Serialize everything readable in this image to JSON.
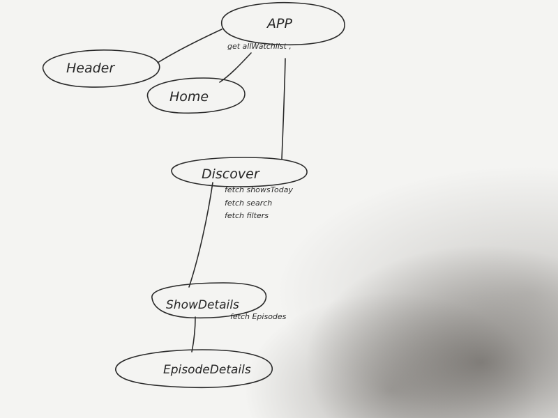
{
  "nodes": {
    "app": "APP",
    "header": "Header",
    "home": "Home",
    "discover": "Discover",
    "show_details": "ShowDetails",
    "episode_details": "EpisodeDetails"
  },
  "notes": {
    "app": "get allWatchlist ,",
    "discover": [
      "fetch showsToday",
      "fetch search",
      "fetch filters"
    ],
    "show_details": "fetch Episodes"
  }
}
